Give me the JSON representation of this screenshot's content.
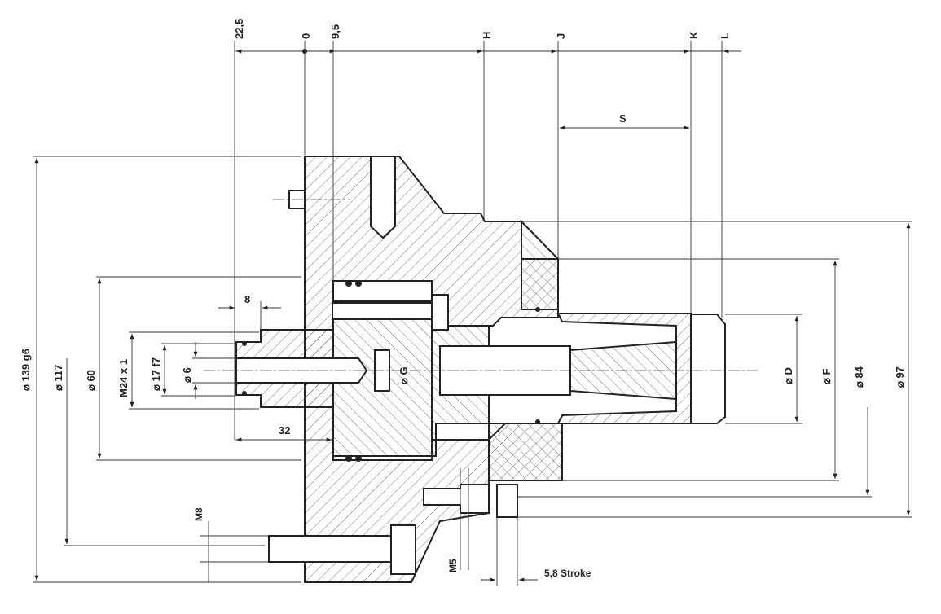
{
  "drawing": {
    "top_labels": {
      "d_22_5": "22,5",
      "d_0": "0",
      "d_9_5": "9,5",
      "H": "H",
      "J": "J",
      "K": "K",
      "L": "L"
    },
    "stroke_label": "S",
    "diameters": {
      "d139": "139 g6",
      "d117": "117",
      "d60": "60",
      "m24": "M24 x 1",
      "d17": "17 f7",
      "d6": "6",
      "G": "G",
      "D": "D",
      "F": "F",
      "d84": "84",
      "d97": "97"
    },
    "dims": {
      "d8": "8",
      "d32": "32",
      "M8": "M8",
      "M5": "M5",
      "stroke58": "5,8 Stroke"
    }
  }
}
